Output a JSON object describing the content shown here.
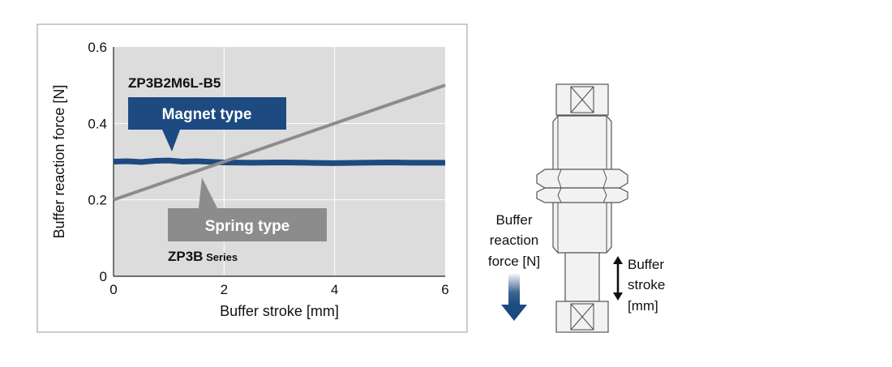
{
  "chart_data": {
    "type": "line",
    "xlabel": "Buffer stroke [mm]",
    "ylabel": "Buffer reaction force [N]",
    "xlim": [
      0,
      6
    ],
    "ylim": [
      0,
      0.6
    ],
    "x_ticks": [
      "0",
      "2",
      "4",
      "6"
    ],
    "y_ticks": [
      "0",
      "0.2",
      "0.4",
      "0.6"
    ],
    "grid": true,
    "series": [
      {
        "name": "Magnet type",
        "color": "#1d4a80",
        "x": [
          0,
          0.25,
          0.5,
          0.75,
          1,
          1.25,
          1.5,
          2,
          2.5,
          3,
          3.5,
          4,
          4.5,
          5,
          5.5,
          6
        ],
        "y": [
          0.3,
          0.301,
          0.299,
          0.302,
          0.303,
          0.3,
          0.301,
          0.298,
          0.297,
          0.298,
          0.297,
          0.296,
          0.297,
          0.298,
          0.297,
          0.297
        ]
      },
      {
        "name": "Spring type",
        "color": "#8c8c8c",
        "x": [
          0,
          6
        ],
        "y": [
          0.2,
          0.5
        ]
      }
    ],
    "annotations": {
      "model": "ZP3B2M6L-B5",
      "magnet_label": "Magnet type",
      "spring_label": "Spring type",
      "series_name": "ZP3B",
      "series_suffix": "Series"
    }
  },
  "diagram": {
    "force_label": [
      "Buffer",
      "reaction",
      "force [N]"
    ],
    "stroke_label": [
      "Buffer",
      "stroke",
      "[mm]"
    ]
  },
  "colors": {
    "plot_background": "#dcdcdc",
    "grid": "#ffffff",
    "magnet": "#1d4a80",
    "spring": "#8c8c8c",
    "arrow": "#1d4a80",
    "part_fill": "#f2f2f2",
    "part_stroke": "#555555"
  }
}
